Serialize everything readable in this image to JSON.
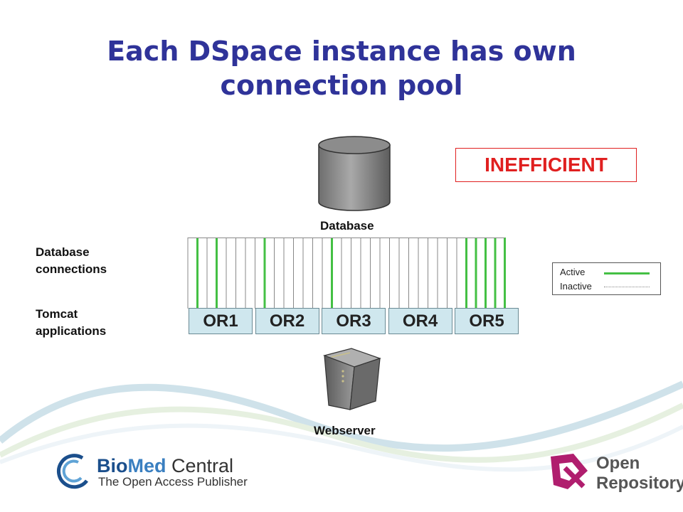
{
  "title": {
    "line1": "Each DSpace instance has own",
    "line2": "connection pool"
  },
  "status_badge": "INEFFICIENT",
  "labels": {
    "database": "Database",
    "db_connections_line1": "Database",
    "db_connections_line2": "connections",
    "tomcat_line1": "Tomcat",
    "tomcat_line2": "applications",
    "webserver": "Webserver"
  },
  "applications": [
    "OR1",
    "OR2",
    "OR3",
    "OR4",
    "OR5"
  ],
  "connections": {
    "states": [
      "inactive",
      "active",
      "inactive",
      "active",
      "inactive",
      "inactive",
      "inactive",
      "inactive",
      "active",
      "inactive",
      "inactive",
      "inactive",
      "inactive",
      "inactive",
      "inactive",
      "active",
      "inactive",
      "inactive",
      "inactive",
      "inactive",
      "inactive",
      "inactive",
      "inactive",
      "inactive",
      "inactive",
      "inactive",
      "inactive",
      "inactive",
      "inactive",
      "active",
      "active",
      "active",
      "active",
      "active"
    ]
  },
  "legend": {
    "active": "Active",
    "inactive": "Inactive"
  },
  "colors": {
    "title": "#2f3399",
    "active": "#44c044",
    "inactive": "#888888",
    "badge": "#e02020",
    "app_box": "#cfe7ee"
  },
  "footer": {
    "bmc_brand_bio": "Bio",
    "bmc_brand_med": "Med",
    "bmc_brand_central": " Central",
    "bmc_tagline": "The Open Access Publisher",
    "or_line1": "Open",
    "or_line2": "Repository"
  }
}
